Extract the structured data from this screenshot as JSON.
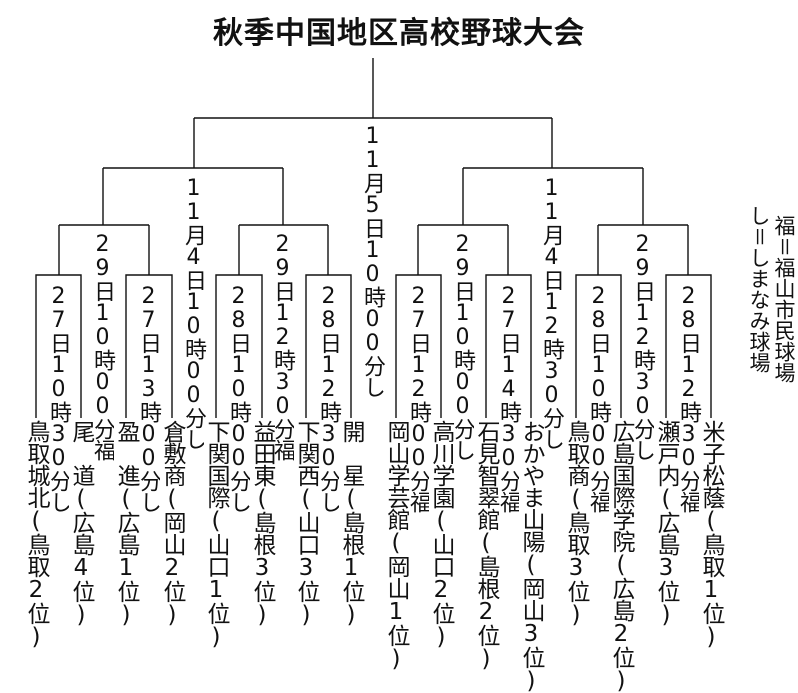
{
  "title": "秋季中国地区高校野球大会",
  "final": "11月5日10時00分し",
  "semifinals": [
    "11月4日10時00分し",
    "11月4日12時30分し"
  ],
  "quarterfinals": [
    "29日10時00分福",
    "29日12時30分福",
    "29日10時00分し",
    "29日12時30分し"
  ],
  "first_round": [
    "27日10時30分し",
    "27日13時00分し",
    "28日10時00分し",
    "28日12時30分し",
    "27日12時00分福",
    "27日14時30分福",
    "28日10時00分福",
    "28日12時30分福"
  ],
  "teams": [
    "鳥取城北(鳥取2位)",
    "尾　道(広島4位)",
    "盈　進(広島1位)",
    "倉敷商(岡山2位)",
    "下関国際(山口1位)",
    "益田東(島根3位)",
    "下関西(山口3位)",
    "開　星(島根1位)",
    "岡山学芸館(岡山1位)",
    "高川学園(山口2位)",
    "石見智翠館(島根2位)",
    "おかやま山陽(岡山3位)",
    "鳥取商(鳥取3位)",
    "広島国際学院(広島2位)",
    "瀬戸内(広島3位)",
    "米子松蔭(鳥取1位)"
  ],
  "legend": [
    "し＝しまなみ球場",
    "福＝福山市民球場"
  ]
}
